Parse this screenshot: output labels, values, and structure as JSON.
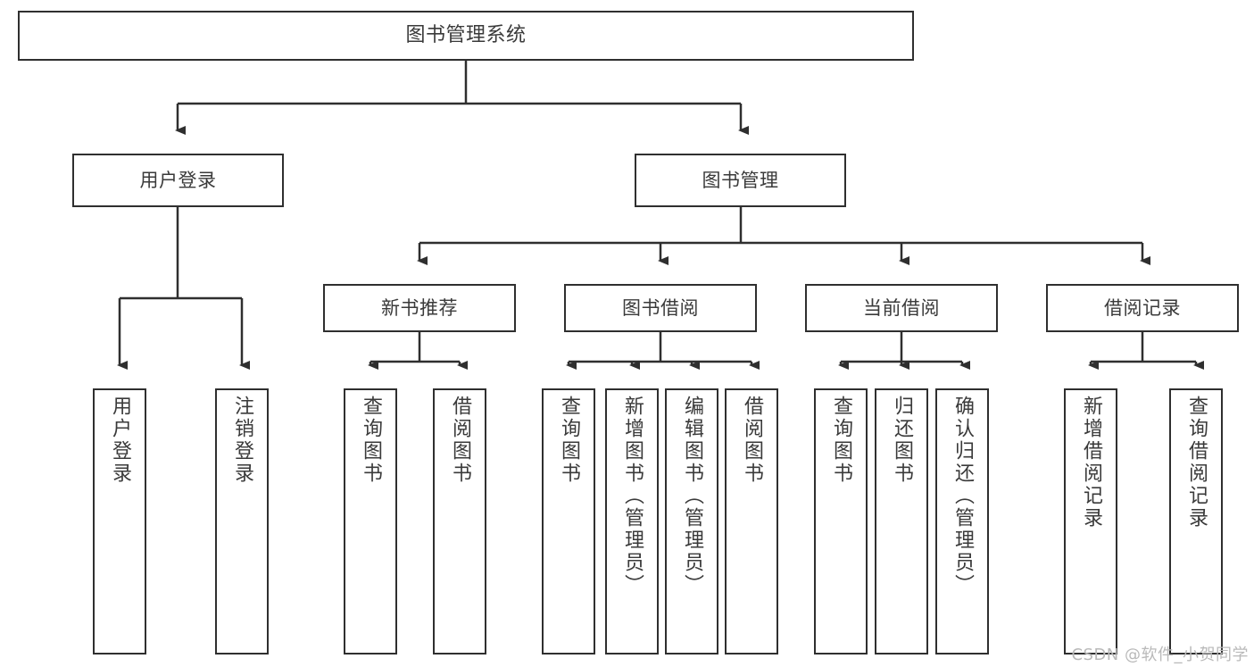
{
  "diagram": {
    "title": "图书管理系统",
    "type": "tree-hierarchy-flowchart",
    "root": {
      "label": "图书管理系统"
    },
    "level2": [
      {
        "label": "用户登录"
      },
      {
        "label": "图书管理"
      }
    ],
    "level3": [
      {
        "label": "新书推荐"
      },
      {
        "label": "图书借阅"
      },
      {
        "label": "当前借阅"
      },
      {
        "label": "借阅记录"
      }
    ],
    "leaves": [
      {
        "label": "用户登录"
      },
      {
        "label": "注销登录"
      },
      {
        "label": "查询图书"
      },
      {
        "label": "借阅图书"
      },
      {
        "label": "查询图书"
      },
      {
        "label": "新增图书（管理员）"
      },
      {
        "label": "编辑图书（管理员）"
      },
      {
        "label": "借阅图书"
      },
      {
        "label": "查询图书"
      },
      {
        "label": "归还图书"
      },
      {
        "label": "确认归还（管理员）"
      },
      {
        "label": "新增借阅记录"
      },
      {
        "label": "查询借阅记录"
      }
    ],
    "watermark": "CSDN @软件_小贺同学",
    "colors": {
      "box_border": "#2f2f2f",
      "box_fill": "#ffffff",
      "text": "#3a3a3a",
      "edge": "#2f2f2f",
      "watermark": "#b9b9b9",
      "background": "#ffffff"
    }
  }
}
